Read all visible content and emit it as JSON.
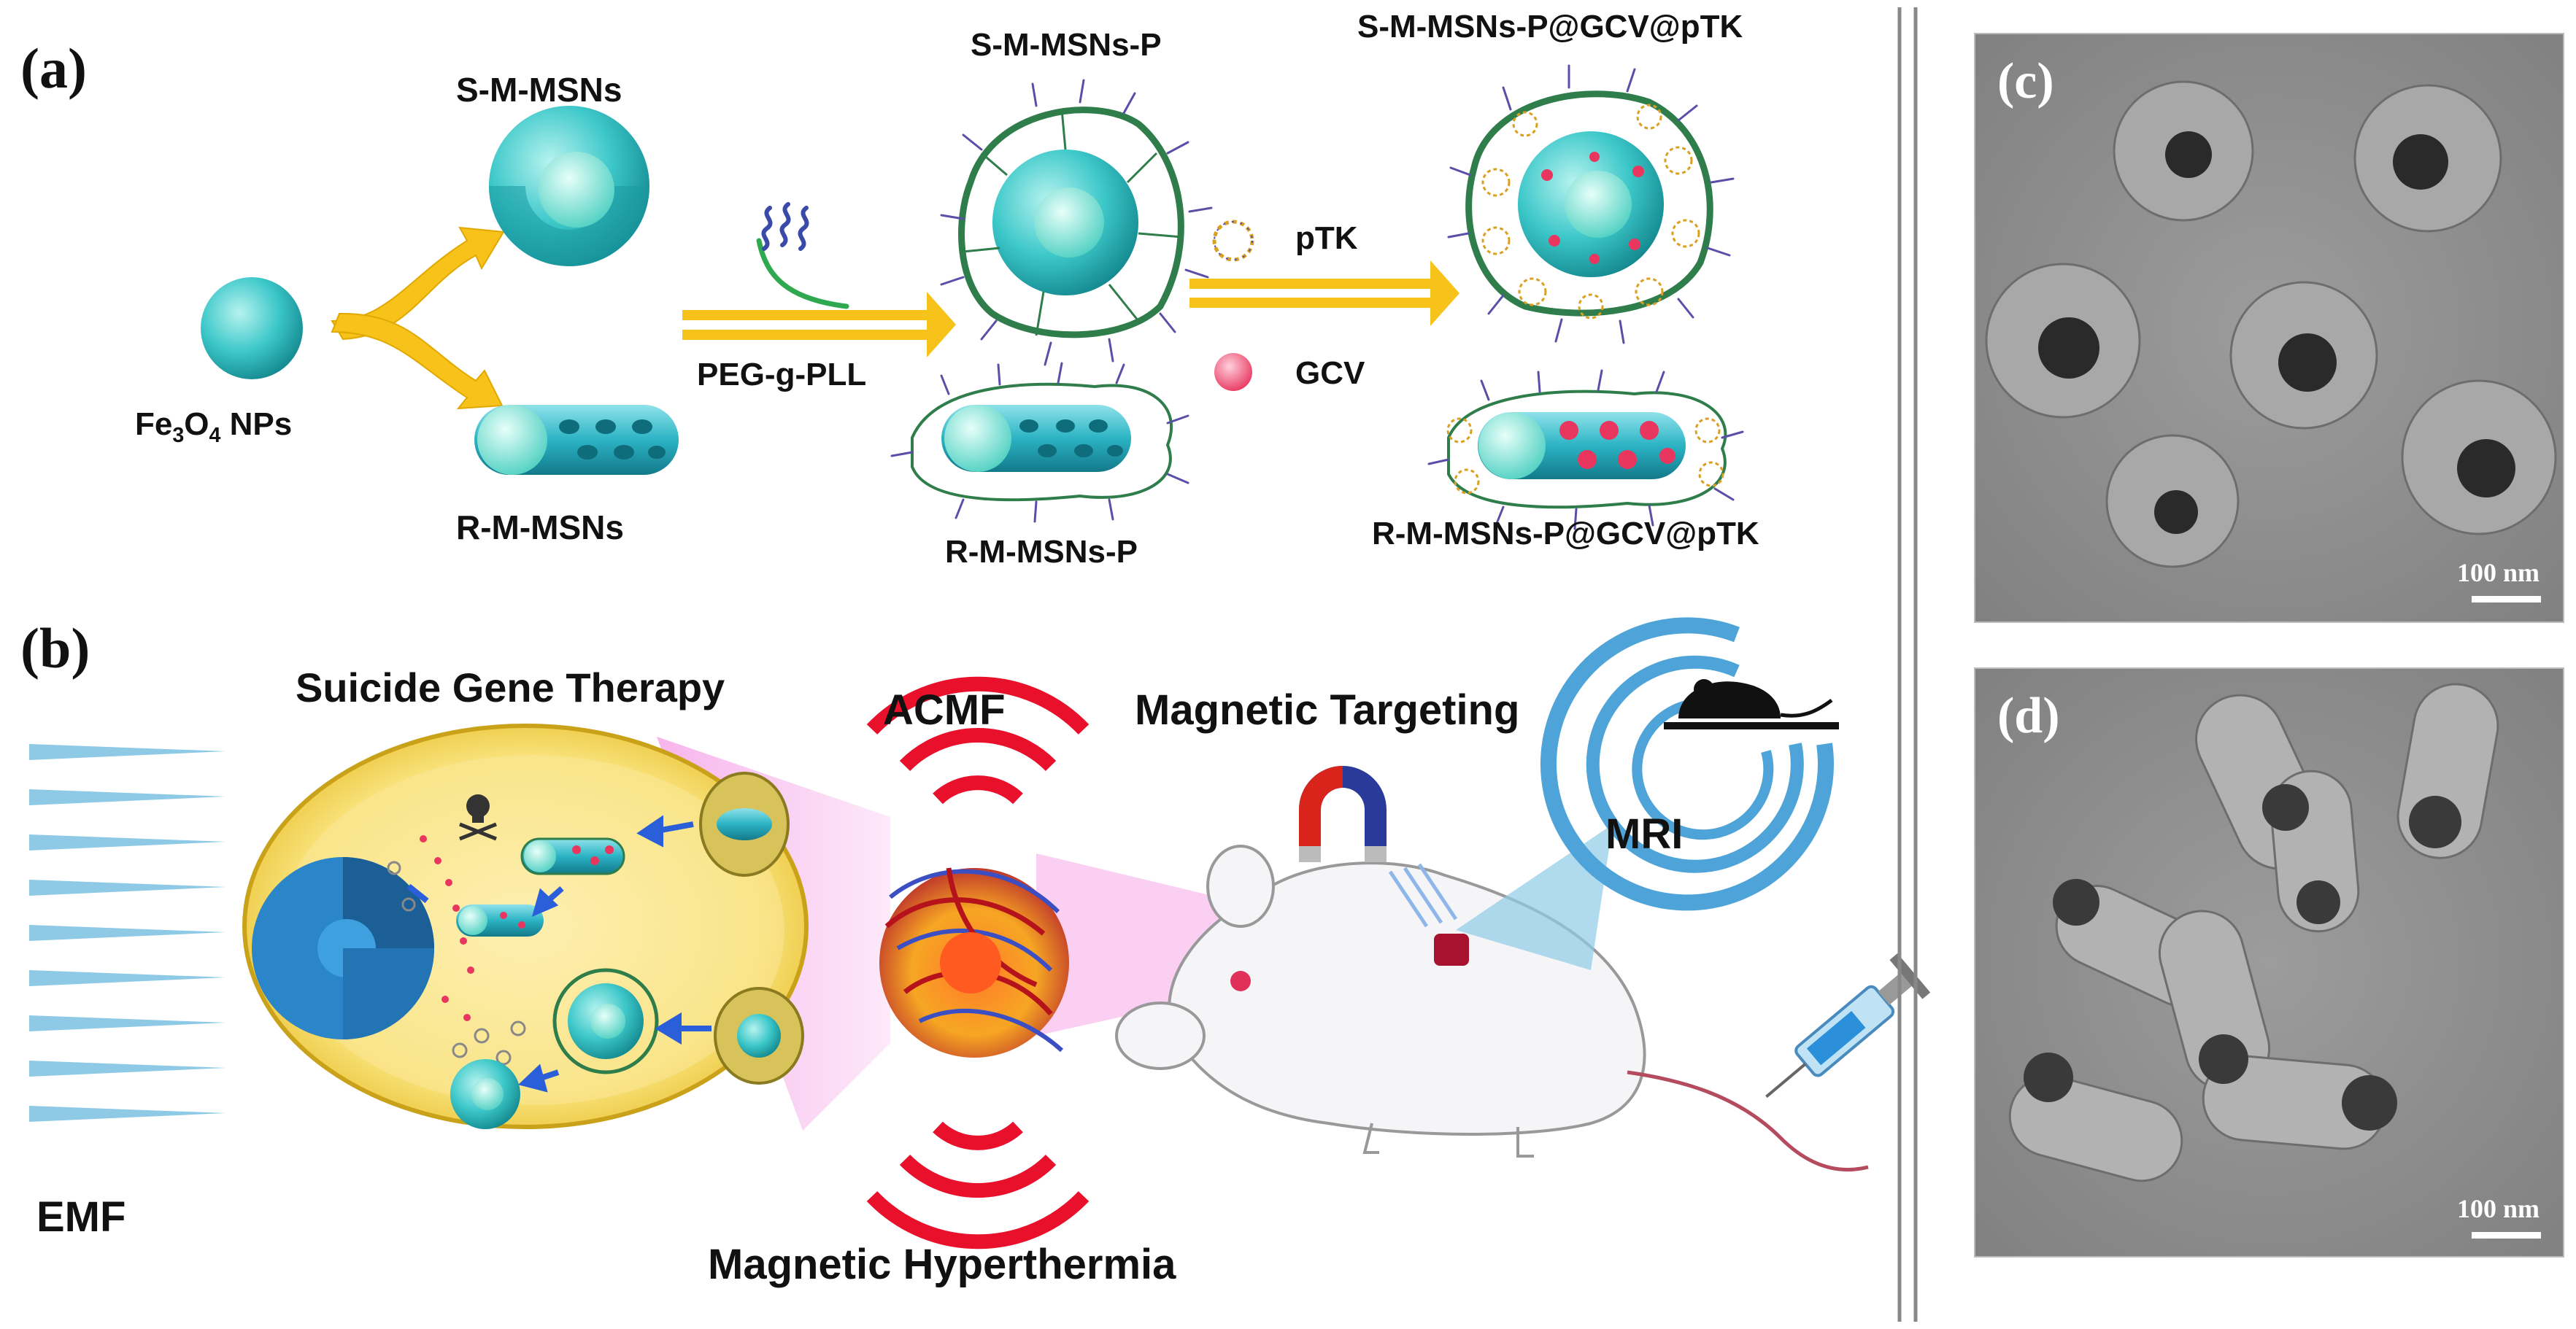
{
  "panel_a": {
    "letter": "(a)",
    "fe3o4_prefix": "Fe",
    "fe3o4_sub1": "3",
    "fe3o4_mid": "O",
    "fe3o4_sub2": "4",
    "fe3o4_suffix": " NPs",
    "s_m_msns": "S-M-MSNs",
    "r_m_msns": "R-M-MSNs",
    "peg_label": "PEG-g-PLL",
    "s_m_msns_p": "S-M-MSNs-P",
    "r_m_msns_p": "R-M-MSNs-P",
    "ptk_label": "pTK",
    "gcv_label": "GCV",
    "s_final": "S-M-MSNs-P@GCV@pTK",
    "r_final": "R-M-MSNs-P@GCV@pTK"
  },
  "panel_b": {
    "letter": "(b)",
    "suicide": "Suicide Gene Therapy",
    "acmf": "ACMF",
    "targeting": "Magnetic Targeting",
    "mri": "MRI",
    "emf": "EMF",
    "hyperthermia": "Magnetic Hyperthermia"
  },
  "panel_c": {
    "letter": "(c)",
    "scale": "100 nm"
  },
  "panel_d": {
    "letter": "(d)",
    "scale": "100 nm"
  },
  "colors": {
    "teal": "#3cc7c9",
    "arrow_yellow": "#f7c21a",
    "shell_green": "#2e7d4a",
    "acmf_red": "#e8102a",
    "emf_blue": "#8ecae6",
    "cell_yellow": "#f6d43a"
  }
}
